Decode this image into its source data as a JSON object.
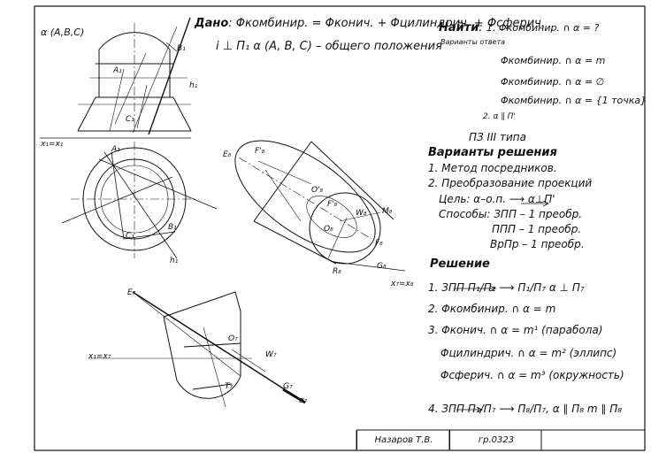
{
  "labels": {
    "plane": "α (A,B,C)",
    "b1": "B₁",
    "a1": "A₁",
    "h1": "h₁",
    "c1": "C₁",
    "x12": "x₁=x₁",
    "a1b": "A₁",
    "b1b": "B₁",
    "h1b": "h₁",
    "c1b": "C₁",
    "e8": "E₈",
    "f8": "F'₈",
    "o8": "O'₈",
    "f8b": "F'₈",
    "w8": "W₈",
    "m8": "M₈",
    "o8b": "O₈",
    "f8c": "F₈",
    "g8": "G₈",
    "r8": "R₈",
    "x78": "x₇=x₈",
    "e7": "E₇",
    "o7": "O₇",
    "w7": "W₇",
    "t7": "T₇",
    "g7": "G₇",
    "alpha7": "α₇",
    "x17": "x₁=x₇"
  },
  "given": {
    "header": "Дано",
    "formula": "Φкомбинир. = Φконич. + Φцилиндрич. + Φсферич.",
    "condition": "i ⊥ П₁ α (A, B, C) – общего положения"
  },
  "find": {
    "header": "Найти",
    "item1": "1. Φкомбинир. ∩ α = ?",
    "variants_header": "Варианты ответа",
    "v1": "Φкомбинир. ∩ α = m",
    "v2": "Φкомбинир. ∩ α = ∅",
    "v3": "Φкомбинир. ∩ α = {1 точка}",
    "item2": "2. α ∥ П'"
  },
  "solution_plan": {
    "type": "ПЗ III типа",
    "header": "Варианты решения",
    "m1": "1. Метод посредников.",
    "m2": "2. Преобразование проекций",
    "goal": "Цель: α–о.п. ⟶ α⊥П'",
    "ways": "Способы: ЗПП – 1 преобр.",
    "ppp": "ППП – 1 преобр.",
    "vrpr": "ВрПр – 1 преобр."
  },
  "solution": {
    "header": "Решение",
    "s1": "1. ЗПП  П₁/П₂ ⟶ П₁/П₇  α ⊥ П₇",
    "s2": "2. Φкомбинир. ∩ α = m",
    "s3": "3. Φконич. ∩ α = m¹ (парабола)",
    "s3b": "Φцилиндрич. ∩ α = m² (эллипс)",
    "s3c": "Φсферич. ∩ α = m³ (окружность)",
    "s4": "4. ЗПП  П₁/П₇ ⟶ П₈/П₇,  α ∥ П₈   m ∥ П₈"
  },
  "stamp": {
    "author": "Назаров Т.В.",
    "group": "гр.0323"
  }
}
